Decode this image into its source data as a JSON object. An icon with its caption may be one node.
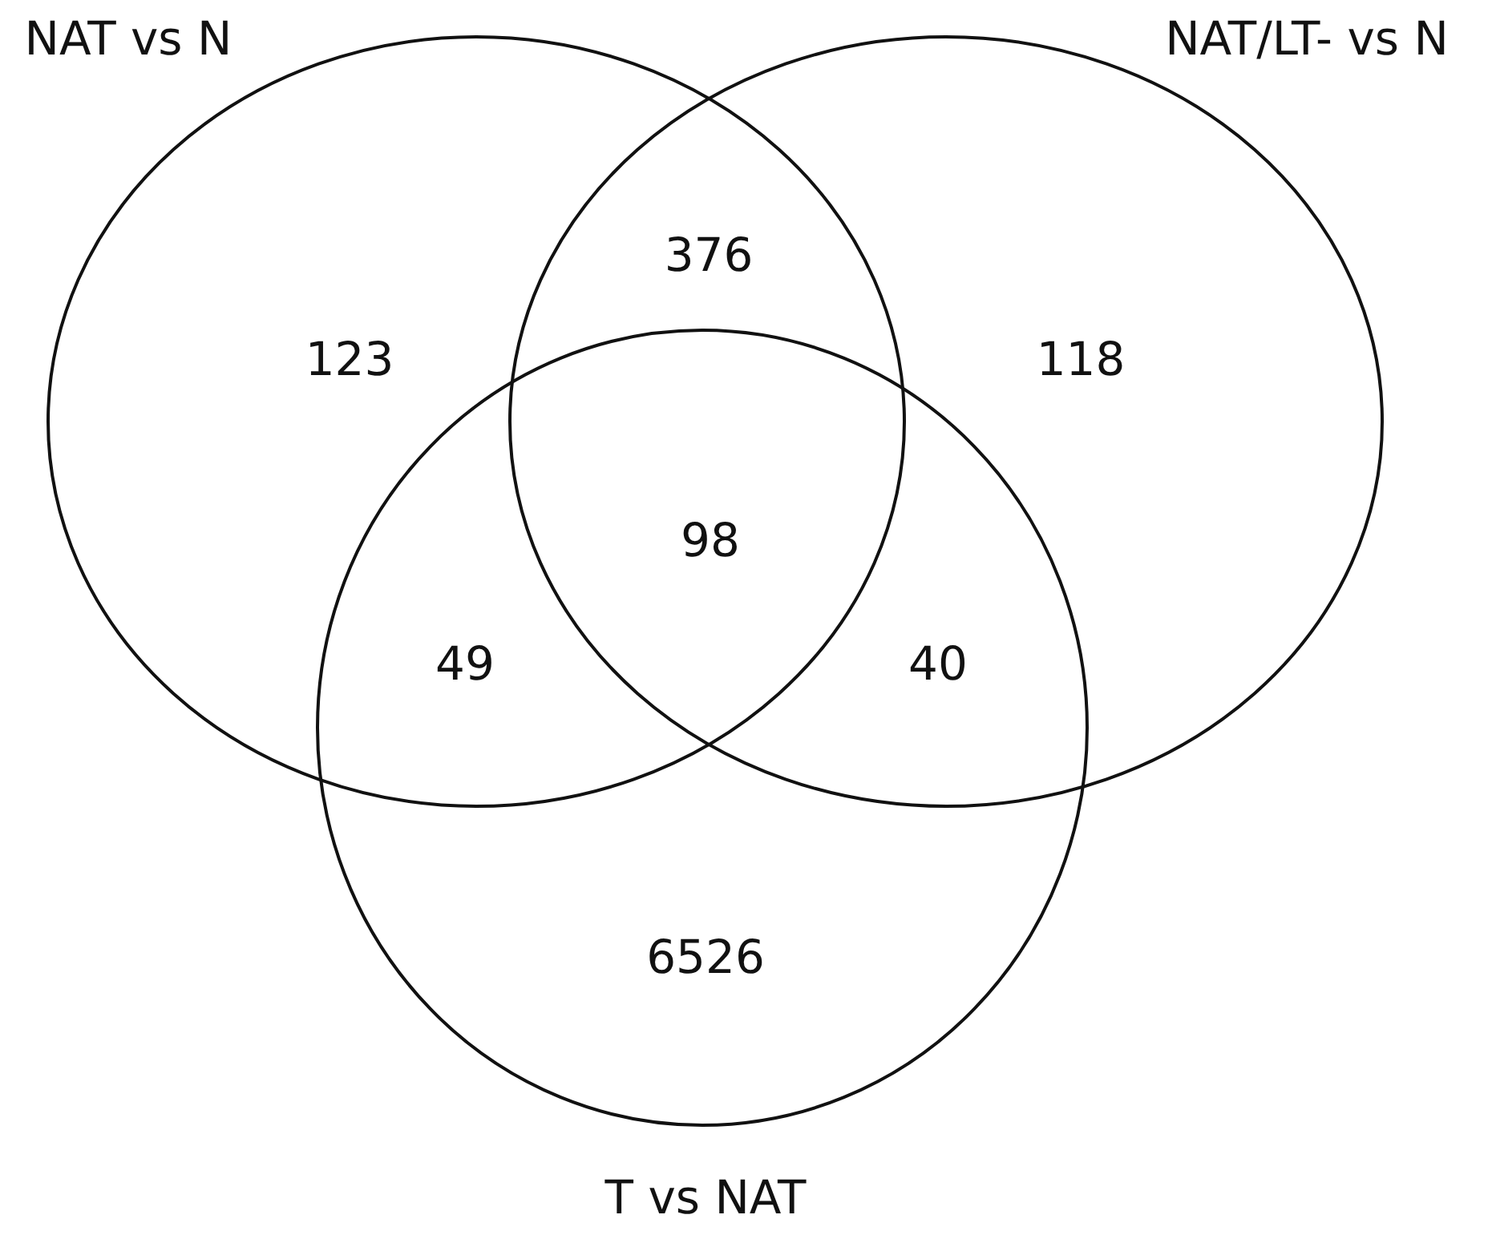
{
  "diagram": {
    "nodes": [
      {
        "text": [
          "NAT vs N"
        ]
      },
      {
        "text": [
          "NAT/LT- vs N"
        ]
      },
      {
        "text": [
          "T vs NAT"
        ]
      }
    ],
    "labels": [
      "376",
      "123",
      "118",
      "98",
      "49",
      "40",
      "6526"
    ]
  }
}
